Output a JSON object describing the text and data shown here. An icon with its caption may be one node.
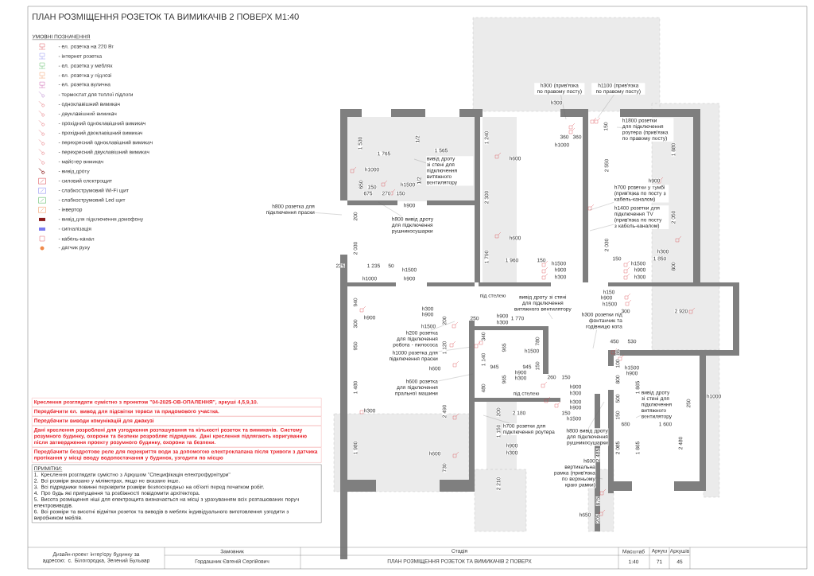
{
  "diagram": {
    "title": "ПЛАН РОЗМІЩЕННЯ РОЗЕТОК ТА ВИМИКАЧІВ 2 ПОВЕРХ М1:40",
    "nodes": [
      {
        "text": [
          "Креслення розглядати сумістно з проектом \"04-2025-ОВ-ОПАЛЕННЯ\", аркуші 4,5,9,10."
        ]
      },
      {
        "text": [
          "Передбачити ел. вивод для підсвітки тераси та придомового участка."
        ]
      },
      {
        "text": [
          "Передбачити виводи комунікацій для джакузі"
        ]
      },
      {
        "text": [
          "Дані креслення розроблені для узгодження розташування та кількості розеток та вимикачів. Систему розумного будинку, охорони та безпеки розробляє підрядник. Дані креслення підлягають коригуванню після затвердження проекту розумного будинку, охорони та безпеки."
        ]
      },
      {
        "text": [
          "Передбачити бездротове реле для перекриття води за допомогою електроклапана після тривоги з датчика протікання у місці вводу водопостачання у будинок, узгодити по місцю"
        ]
      },
      {
        "text": [
          "ПРИМІТКИ:",
          "1. Креслення розглядати сумістно з Аркушом \"Специфікація електрофурнітури\"",
          "2. Всі розміри вказано у міліметрах, якщо не вказано інше.",
          "3. Всі підрядники повинні перевірити розміри безпосередньо на об'єкті перед початком робіт.",
          "4. Про будь які припущення та розбіжності повідомити архітектора.",
          "5. Висота розміщення ніші для електрощита визначається на місці з урахуванням всіх розташованих поруч електровиводів.",
          "6. Всі розміри та висотні відмітки розеток та виводів в меблях індивідуального виготовлення узгодити з виробником меблів."
        ]
      },
      {
        "text": [
          "h800 розетка для підключення праски"
        ]
      },
      {
        "text": [
          "вивід дроту зі стені для підключення витяжного вентилятору"
        ]
      },
      {
        "text": [
          "h800 вивід дроту для підключення рушникосушарки"
        ]
      },
      {
        "text": [
          "h300 (прив'язка по правому посту)"
        ]
      },
      {
        "text": [
          "h1100 (прив'язка по правому посту)"
        ]
      },
      {
        "text": [
          "h1800 розетки для підключення роутера (прив'язка по правому посту)"
        ]
      },
      {
        "text": [
          "h700 розетки у тумбі (прив'язка по посту з кабель-каналом)"
        ]
      },
      {
        "text": [
          "h1400 розетки для підключення TV (прив'язка по посту з кабель-каналом)"
        ]
      },
      {
        "text": [
          "вивід дроту зі стені для підключення витяжного вентилятору"
        ]
      },
      {
        "text": [
          "h300 розетки під фонтанчик та годівницю кота"
        ]
      },
      {
        "text": [
          "h200 розетка для підключення робота - пилососа"
        ]
      },
      {
        "text": [
          "h1000 розетка для підключення праски"
        ]
      },
      {
        "text": [
          "h600 розетка для підключення пральної машини"
        ]
      },
      {
        "text": [
          "h700 розетки для підключення роутера"
        ]
      },
      {
        "text": [
          "h800 вивід дроту для підключення рушникосушарки"
        ]
      },
      {
        "text": [
          "h600 вертикальна рамка (прив'язка по верхньому краю рамки)"
        ]
      },
      {
        "text": [
          "вивід дроту зі стені для підключення витяжного вентилятору"
        ]
      }
    ],
    "edges": [
      {
        "from": 6,
        "to": null,
        "arrow": "none"
      },
      {
        "from": 7,
        "to": null,
        "arrow": "none"
      },
      {
        "from": 8,
        "to": null,
        "arrow": "none"
      },
      {
        "from": 9,
        "to": null,
        "arrow": "none"
      },
      {
        "from": 10,
        "to": null,
        "arrow": "none"
      },
      {
        "from": 11,
        "to": null,
        "arrow": "none"
      },
      {
        "from": 12,
        "to": null,
        "arrow": "none"
      },
      {
        "from": 13,
        "to": null,
        "arrow": "none"
      },
      {
        "from": 14,
        "to": null,
        "arrow": "none"
      },
      {
        "from": 15,
        "to": null,
        "arrow": "none"
      },
      {
        "from": 16,
        "to": null,
        "arrow": "none"
      },
      {
        "from": 17,
        "to": null,
        "arrow": "none"
      },
      {
        "from": 18,
        "to": null,
        "arrow": "none"
      },
      {
        "from": 19,
        "to": null,
        "arrow": "none"
      },
      {
        "from": 20,
        "to": null,
        "arrow": "none"
      },
      {
        "from": 21,
        "to": null,
        "arrow": "none"
      },
      {
        "from": 22,
        "to": null,
        "arrow": "none"
      }
    ],
    "labels": [
      "УМОВНІ ПОЗНАЧЕННЯ",
      "1 530",
      "1 765",
      "1 565",
      "1/2",
      "1/2",
      "h1000",
      "650",
      "150",
      "h1500",
      "675",
      "270",
      "150",
      "h900",
      "200",
      "2 030",
      "225",
      "1 235",
      "50",
      "h1500",
      "h1000",
      "h900",
      "1 240",
      "h600",
      "2 300",
      "h600",
      "1 790",
      "1 960",
      "150",
      "h1500",
      "h900",
      "h300",
      "під стелею",
      "h300",
      "360",
      "360",
      "h1000",
      "150",
      "2 550",
      "1 880",
      "h900",
      "2 050",
      "2 030",
      "h300",
      "150",
      "h1500",
      "1 850",
      "h900",
      "h300",
      "800",
      "h150",
      "h900",
      "h1500",
      "300",
      "2 920",
      "940",
      "h900",
      "300",
      "h300",
      "h900",
      "h1500",
      "200",
      "250",
      "h900",
      "h300",
      "1 770",
      "950",
      "1 120",
      "340",
      "965",
      "780",
      "h1500",
      "1 140",
      "945",
      "945",
      "150",
      "h900",
      "h300",
      "965",
      "h600",
      "1 480",
      "480",
      "під стелею",
      "260",
      "150",
      "h900",
      "h300",
      "h300",
      "h900",
      "150",
      "h1500",
      "h300",
      "2 490",
      "200",
      "2 180",
      "1 150",
      "h900",
      "h300",
      "1 980",
      "h600",
      "730",
      "2 210",
      "2 485",
      "h650",
      "875",
      "205",
      "450",
      "530",
      "86",
      "100",
      "h1500",
      "h900",
      "800",
      "1 865",
      "500",
      "150",
      "250",
      "680",
      "1 600",
      "2 085",
      "1 865",
      "2 480",
      "h1000",
      "Дизайн-проект інтер'єру будинку за адресою: с. Білогородка, Зелений Бульвар",
      "Замовник",
      "Гордашник Євгеній Сергійович",
      "Стадія",
      "ПЛАН РОЗМІЩЕННЯ РОЗЕТОК ТА ВИМИКАЧІВ 2 ПОВЕРХ",
      "Масштаб",
      "Аркуш",
      "Аркушів",
      "1:40",
      "71",
      "45"
    ],
    "legend": [
      {
        "text": "- ел. розетка на 220 Вт"
      },
      {
        "text": "- інтернет розетка"
      },
      {
        "text": "- ел. розетка у меблях"
      },
      {
        "text": "- ел. розетка у підлозі"
      },
      {
        "text": "- ел. розетка вулична"
      },
      {
        "text": "- термостат для теплої підлоги"
      },
      {
        "text": "- одноклавішний вимикач"
      },
      {
        "text": "- двуклавішний вимикач"
      },
      {
        "text": "- прохідний одноклавішний вимикач"
      },
      {
        "text": "- прохідний двоклавішний вимикач"
      },
      {
        "text": "- перехресний одноклавішний вимикач"
      },
      {
        "text": "- перехресний двуклавішний вимикач"
      },
      {
        "text": "- майстер вимикач"
      },
      {
        "text": "- вивід дроту"
      },
      {
        "text": "- силовий електрощит"
      },
      {
        "text": "- слабкострумовий Wi-Fi щит"
      },
      {
        "text": "- слабкострумовий Led щит"
      },
      {
        "text": "- інвертор"
      },
      {
        "text": "- вивід для підключення домофону"
      },
      {
        "text": "- сигналізація"
      },
      {
        "text": "- кабель-канал"
      },
      {
        "text": "- датчик руху"
      }
    ]
  }
}
